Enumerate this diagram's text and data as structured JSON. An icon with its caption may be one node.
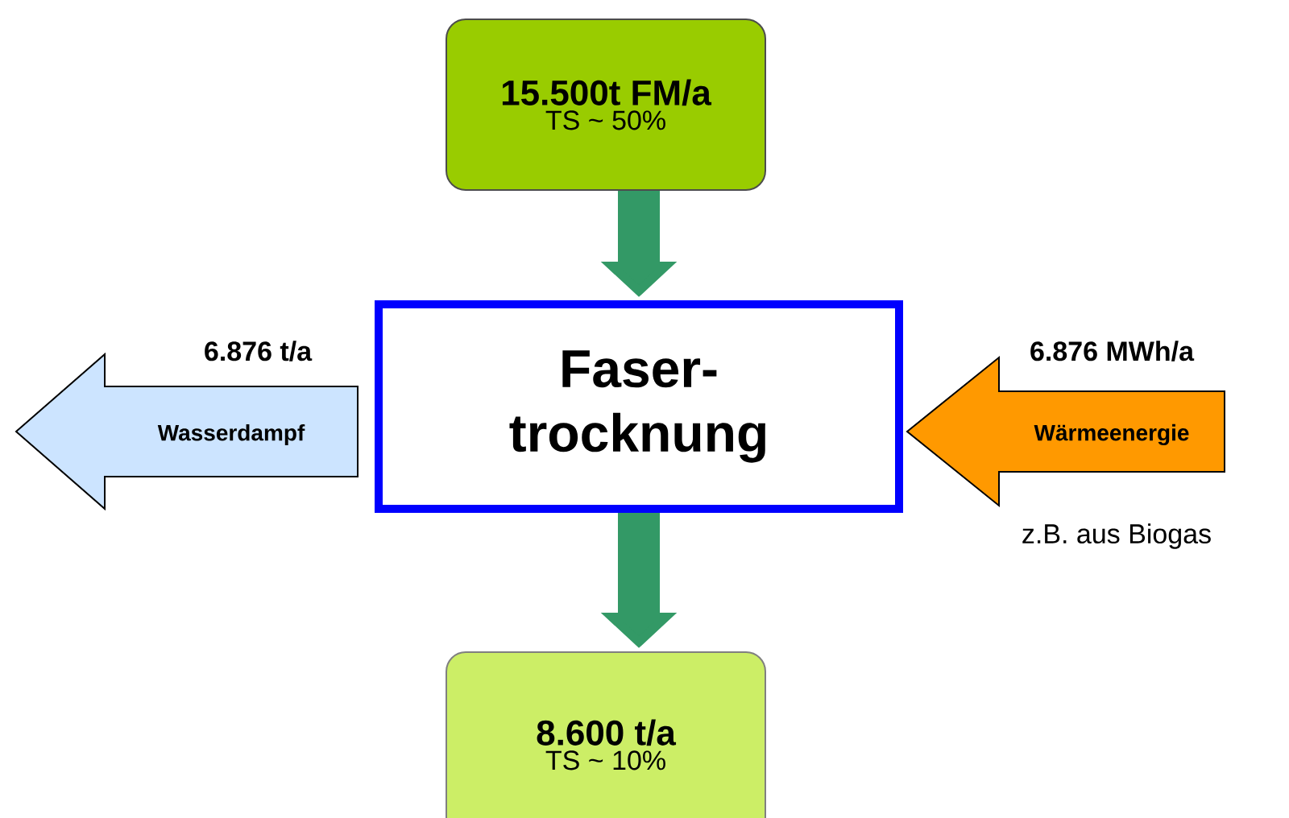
{
  "diagram": {
    "nodes": [
      {
        "text": [
          "15.500t FM/a",
          "TS ~ 50%"
        ]
      },
      {
        "text": [
          "Faser- trocknung"
        ]
      },
      {
        "text": [
          "8.600 t/a",
          "TS ~ 10%"
        ]
      },
      {
        "text": [
          "Wasserdampf"
        ],
        "beside": [
          "6.876 t/a"
        ]
      },
      {
        "text": [
          "Wärmeenergie"
        ],
        "beside": [
          "6.876 MWh/a",
          "z.B. aus Biogas"
        ]
      }
    ],
    "edges": [
      {
        "from": 0,
        "to": 1,
        "arrow": "to"
      },
      {
        "from": 1,
        "to": 2,
        "arrow": "to"
      }
    ]
  }
}
